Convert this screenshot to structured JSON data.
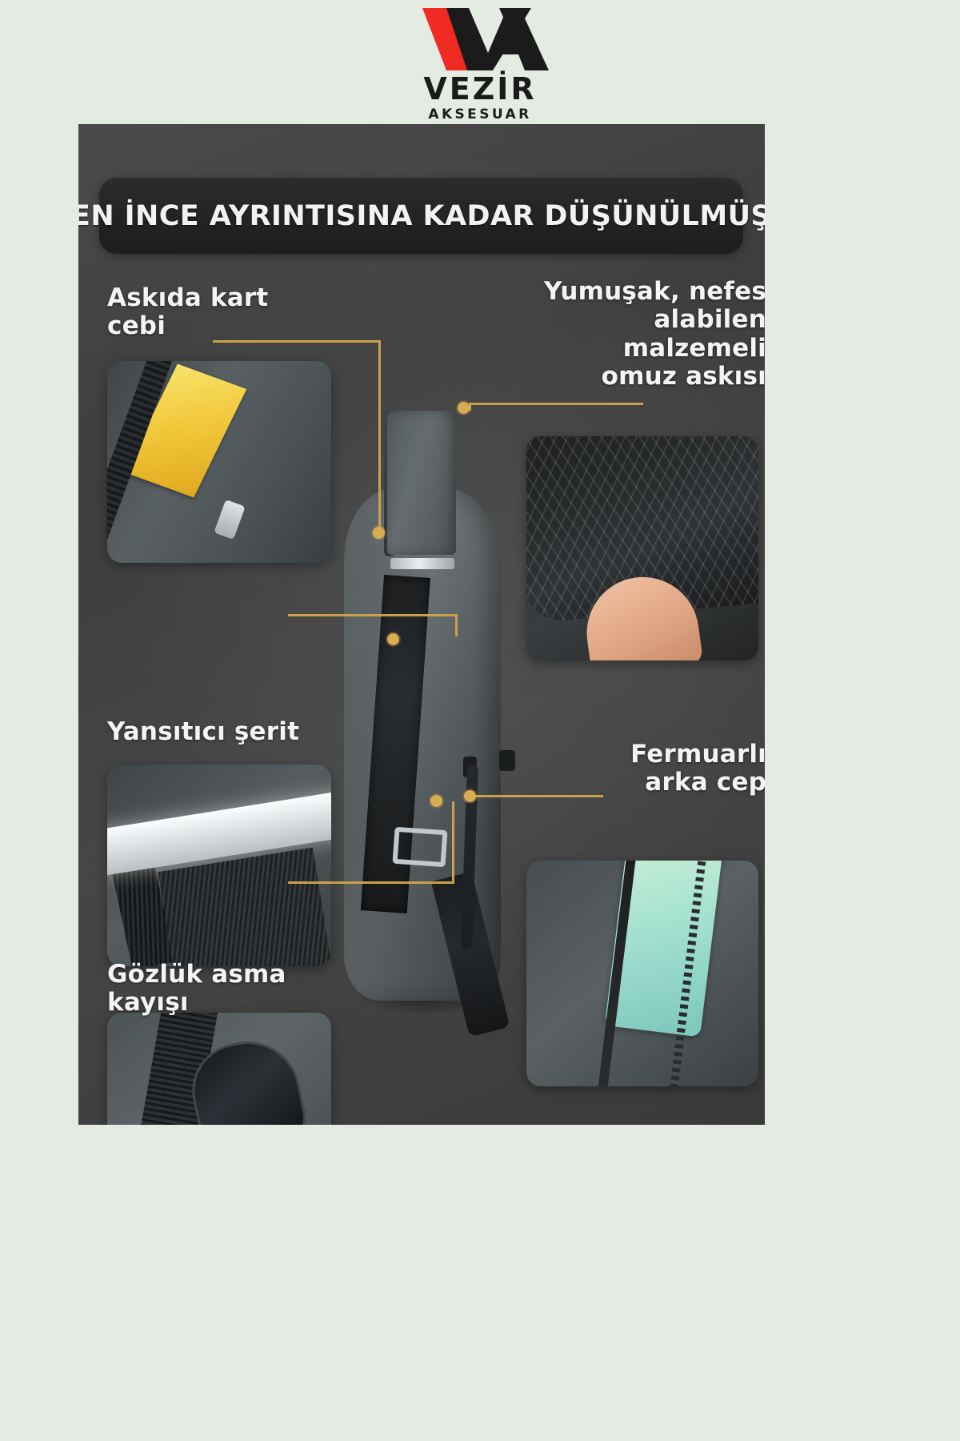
{
  "brand": {
    "logo_icon": "va-monogram-logo",
    "name": "VEZİR",
    "subtitle": "AKSESUAR",
    "colors": {
      "red": "#ef2b24",
      "black": "#1b1b1b",
      "page_bg": "#e4ebe3"
    }
  },
  "infographic": {
    "title": "EN İNCE AYRINTISINA KADAR DÜŞÜNÜLMÜŞ",
    "panel_bg": "#434343",
    "accent": "#c9a14a",
    "product": "crossbody-sling-bag",
    "features": [
      {
        "id": "card-pocket",
        "label_line1": "Askıda kart",
        "label_line2": "cebi",
        "photo": "card-pocket-photo"
      },
      {
        "id": "shoulder-strap",
        "label_line1": "Yumuşak, nefes",
        "label_line2": "alabilen",
        "label_line3": "malzemeli",
        "label_line4": "omuz askısı",
        "photo": "mesh-strap-photo"
      },
      {
        "id": "reflective",
        "label_line1": "Yansıtıcı şerit",
        "photo": "reflective-strip-photo"
      },
      {
        "id": "glasses-strap",
        "label_line1": "Gözlük asma",
        "label_line2": "kayışı",
        "photo": "sunglasses-holder-photo"
      },
      {
        "id": "back-pocket",
        "label_line1": "Fermuarlı",
        "label_line2": "arka cep",
        "photo": "zipped-back-pocket-photo"
      }
    ]
  }
}
